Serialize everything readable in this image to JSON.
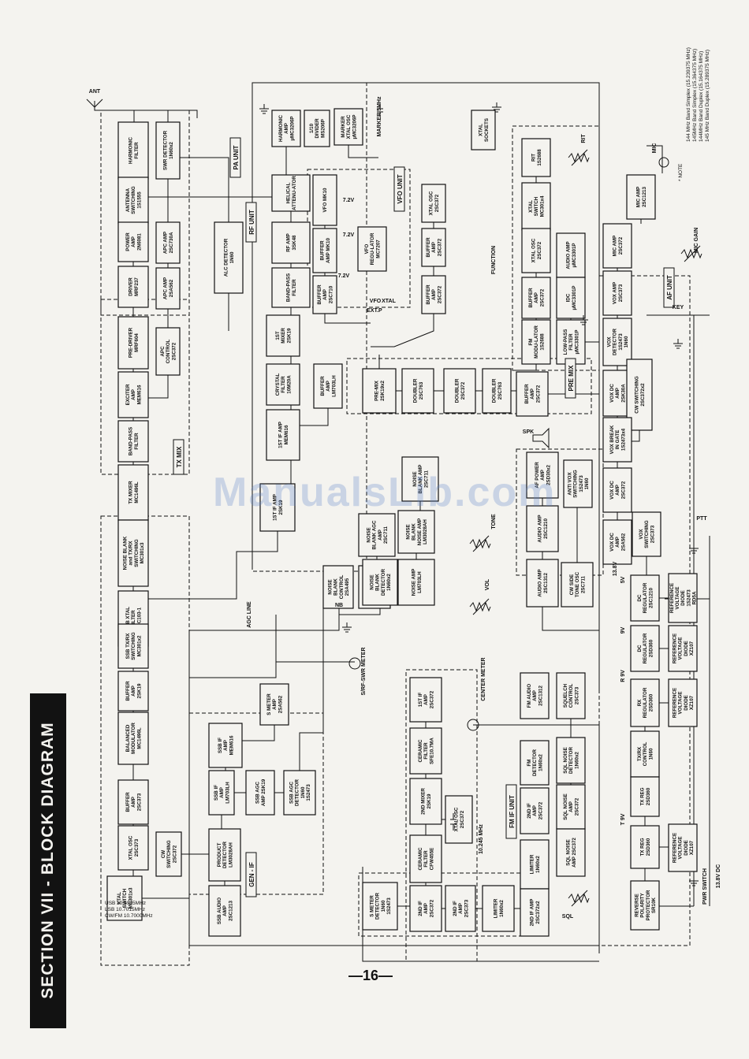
{
  "section_title": "SECTION VII - BLOCK DIAGRAM",
  "page_number": "—16—",
  "watermark": "ManualsLib.com",
  "colors": {
    "ink": "#111111",
    "paper": "#f4f3ef",
    "watermark": "#5a82c8"
  },
  "blocks": [
    {
      "id": "harmonic-filter",
      "text": "HARMONIC FILTER"
    },
    {
      "id": "swr-detector",
      "text": "SWR DETECTOR 1N60x2"
    },
    {
      "id": "antenna-switching",
      "text": "ANTENNA SWITCHING 1S1555"
    },
    {
      "id": "power-amp",
      "text": "POWER AMP 2N6081"
    },
    {
      "id": "apc-amp-a",
      "text": "APC AMP 2SC730A"
    },
    {
      "id": "alc-detector",
      "text": "ALC DETECTOR 1N60"
    },
    {
      "id": "driver",
      "text": "DRIVER MRF237"
    },
    {
      "id": "apc-amp-b",
      "text": "APC AMP 2SA562"
    },
    {
      "id": "pre-driver",
      "text": "PRE-DRIVER MRF604"
    },
    {
      "id": "apc-control",
      "text": "APC CONTROL 2SC372"
    },
    {
      "id": "exciter-amp",
      "text": "EXCITER AMP MEM616"
    },
    {
      "id": "band-pass-filter-tx",
      "text": "BAND-PASS FILTER"
    },
    {
      "id": "tx-mixer",
      "text": "TX MIXER MC1496L"
    },
    {
      "id": "noise-blank-switching",
      "text": "NOISE BLANK and TX/RX SWITCHING MC301x3"
    },
    {
      "id": "ssb-xtal-filter",
      "text": "SSB XTAL FILTER FEC103-1"
    },
    {
      "id": "ssb-txrx-switching",
      "text": "SSB TX/RX SWITCHING MC301x2"
    },
    {
      "id": "buffer-amp-2sk19",
      "text": "BUFFER AMP 2SK19"
    },
    {
      "id": "balanced-modulator",
      "text": "BALANCED MODULATOR MC1496L"
    },
    {
      "id": "buffer-amp-2sc373",
      "text": "BUFFER AMP 2SC373"
    },
    {
      "id": "xtal-osc",
      "text": "XTAL OSC 2SC373"
    },
    {
      "id": "cw-switching",
      "text": "CW SWITCHING 2SC372"
    },
    {
      "id": "xtal-switch",
      "text": "XTAL SWITCH MC301x3"
    },
    {
      "id": "harmonic-amp",
      "text": "HARMONIC AMP µMC3206P"
    },
    {
      "id": "divider",
      "text": "1/10 DIVIDER MS206P"
    },
    {
      "id": "marker-xtal-osc",
      "text": "MARKER XTAL OSC µMC3206P"
    },
    {
      "id": "helical-attenuator",
      "text": "HELICAL ATTENU-ATOR"
    },
    {
      "id": "vfo",
      "text": "VFO MK10"
    },
    {
      "id": "rf-amp",
      "text": "RF AMP 3SK48"
    },
    {
      "id": "buffer-amp-mk10",
      "text": "BUFFER AMP MK10"
    },
    {
      "id": "vfo-regulator",
      "text": "VFO REGU-LATOR MC7207"
    },
    {
      "id": "band-pass-filter-rx",
      "text": "BAND-PASS FILTER"
    },
    {
      "id": "buffer-amp-2sc710",
      "text": "BUFFER AMP 2SC710"
    },
    {
      "id": "xtal-osc-unit",
      "text": "XTAL OSC 2SC372"
    },
    {
      "id": "buffer-amp-x1",
      "text": "BUFFER AMP 2SC372"
    },
    {
      "id": "buffer-amp-x2",
      "text": "BUFFER AMP 2SC372"
    },
    {
      "id": "xtal-sockets",
      "text": "XTAL SOCKETS"
    },
    {
      "id": "first-mixer",
      "text": "1ST MIXER 2SK19"
    },
    {
      "id": "crystal-filter",
      "text": "CRYSTAL FILTER 10M20A"
    },
    {
      "id": "buffer-amp-lm",
      "text": "BUFFER AMP LM703LH"
    },
    {
      "id": "pre-mix",
      "text": "PRE-MIX 2SK19x2"
    },
    {
      "id": "doubler-1",
      "text": "DOUBLER 2SC763"
    },
    {
      "id": "doubler-2",
      "text": "DOUBLER 2SC372"
    },
    {
      "id": "doubler-3",
      "text": "DOUBLER 2SC763"
    },
    {
      "id": "buffer-amp-pm",
      "text": "BUFFER AMP 2SC372"
    },
    {
      "id": "first-if-amp-mem",
      "text": "1ST IF AMP MEM616"
    },
    {
      "id": "first-if-amp-2sk19",
      "text": "1ST IF AMP 2SK19"
    },
    {
      "id": "noise-blank-amp-top",
      "text": "NOISE BLANK AMP 2SC711"
    },
    {
      "id": "noise-blank-agc-amp",
      "text": "NOISE BLANK AGC AMP 2SC711"
    },
    {
      "id": "noise-blank-amp-lm",
      "text": "NOISE BLANK NOISE AMP LM3028AH"
    },
    {
      "id": "noise-blank-control-a",
      "text": "NOISE BLANK CONTROL 2SA495"
    },
    {
      "id": "noise-blank-control-b",
      "text": "NOISE BLANK CONTROL 2SC373"
    },
    {
      "id": "noise-blank-detector",
      "text": "NOISE BLANK DETECTOR 1N60x2"
    },
    {
      "id": "noise-amp-lm703",
      "text": "NOISE AMP LM703LH"
    },
    {
      "id": "s-meter-amp",
      "text": "S METER AMP 2SA562"
    },
    {
      "id": "ssb-if-amp-mem",
      "text": "SSB IF AMP MEM616"
    },
    {
      "id": "ssb-if-amp-lm",
      "text": "SSB IF AMP LM703LH"
    },
    {
      "id": "ssb-agc-amp",
      "text": "SSB AGC AMP 2SK19"
    },
    {
      "id": "ssb-agc-detector",
      "text": "SSB AGC DETECTOR 1N60 1S2473"
    },
    {
      "id": "product-detector",
      "text": "PRODUCT DETECTOR LM3028AH"
    },
    {
      "id": "ssb-audio-amp",
      "text": "SSB AUDIO AMP 2SC1213"
    },
    {
      "id": "rit",
      "text": "RIT 1S2688"
    },
    {
      "id": "xtal-switch-mc301",
      "text": "XTAL SWITCH MC301x4"
    },
    {
      "id": "xtal-osc-fm",
      "text": "XTAL OSC 2SC372"
    },
    {
      "id": "audio-amp-upc",
      "text": "AUDIO AMP µMC3301P"
    },
    {
      "id": "buffer-amp-fm",
      "text": "BUFFER AMP 2SC372"
    },
    {
      "id": "idc",
      "text": "IDC µMC3301P"
    },
    {
      "id": "fm-modulator",
      "text": "FM MODU-LATOR 1S2688"
    },
    {
      "id": "low-pass-filter",
      "text": "LOW-PASS FILTER µMC3301P"
    },
    {
      "id": "mic-amp-1",
      "text": "MIC AMP 2SC1213"
    },
    {
      "id": "mic-amp-2",
      "text": "MIC AMP 2SC372"
    },
    {
      "id": "vox-amp",
      "text": "VOX AMP 2SC373"
    },
    {
      "id": "vox-detector",
      "text": "VOX DETECTOR 1S2473 1N60"
    },
    {
      "id": "vox-dc-amp-a",
      "text": "VOX DC AMP 2SK30A"
    },
    {
      "id": "cw-switching-b",
      "text": "CW SWITCHING 2SC372x2"
    },
    {
      "id": "vox-break-in-gate",
      "text": "VOX BREAK IN GATE 1S2473x4"
    },
    {
      "id": "af-power-amp",
      "text": "AF POWER AMP 2SD30x2"
    },
    {
      "id": "anti-vox-switching",
      "text": "ANTI VOX SWITCHING 1S2473 1N60"
    },
    {
      "id": "vox-dc-amp-b",
      "text": "VOX DC AMP 2SC372"
    },
    {
      "id": "vox-dc-amp-c",
      "text": "VOX DC AMP 2SA562"
    },
    {
      "id": "vox-switching",
      "text": "VOX SWITCHING 2SC373"
    },
    {
      "id": "audio-amp-1210",
      "text": "AUDIO AMP 2SC1210"
    },
    {
      "id": "audio-amp-1312",
      "text": "AUDIO AMP 2SC1312"
    },
    {
      "id": "cw-side-tone-osc",
      "text": "CW SIDE TONE OSC 2SC711"
    },
    {
      "id": "dc-regulator-a",
      "text": "DC REGULATOR 2SC1210"
    },
    {
      "id": "reference-voltage-a",
      "text": "REFERENCE VOLTAGE DIODE 1S2473 RD5A"
    },
    {
      "id": "dc-regulator-b",
      "text": "DC REGULATOR 2SD360"
    },
    {
      "id": "reference-voltage-b",
      "text": "REFERENCE VOLTAGE DIODE XZ107"
    },
    {
      "id": "rx-regulator",
      "text": "RX REGULATOR 2SD360"
    },
    {
      "id": "reference-voltage-c",
      "text": "REFERENCE VOLTAGE DIODE XZ107"
    },
    {
      "id": "txrx-control",
      "text": "TX/RX CONTROL 1N60"
    },
    {
      "id": "tx-reg-a",
      "text": "TX REG 2SD360"
    },
    {
      "id": "tx-reg-b",
      "text": "TX REG 2SD360"
    },
    {
      "id": "reference-voltage-d",
      "text": "REFERENCE VOLTAGE DIODE XZ107"
    },
    {
      "id": "reverse-polarity-protector",
      "text": "REVERSE POLARITY PROTECTOR SR10K"
    },
    {
      "id": "first-if-amp-fm",
      "text": "1ST IF AMP 2SC372"
    },
    {
      "id": "ceramic-filter-fm",
      "text": "CERAMIC FILTER SFE10.7MA"
    },
    {
      "id": "second-mixer",
      "text": "2ND MIXER 2SK19"
    },
    {
      "id": "ceramic-filter-2",
      "text": "CERAMIC FILTER CFW455E"
    },
    {
      "id": "xtal-osc-10245",
      "text": "XTAL OSC 2SC372"
    },
    {
      "id": "second-if-amp-a",
      "text": "2ND IF AMP 2SC372"
    },
    {
      "id": "second-if-amp-b",
      "text": "2ND IF AMP 2SC372"
    },
    {
      "id": "second-if-amp-c",
      "text": "2ND IF AMP 2SC373"
    },
    {
      "id": "limiter-a",
      "text": "LIMITER 1N60x2"
    },
    {
      "id": "limiter-b",
      "text": "LIMITER 1N60x2"
    },
    {
      "id": "second-if-amp-d",
      "text": "2ND IF AMP 2SC372x2"
    },
    {
      "id": "s-meter-detector",
      "text": "S METER DETECTOR 1N60 1S2473"
    },
    {
      "id": "fm-audio-amp",
      "text": "FM AUDIO AMP 2SC1312"
    },
    {
      "id": "squelch-control",
      "text": "SQUELCH CONTROL 2SC373"
    },
    {
      "id": "fm-detector",
      "text": "FM DETECTOR 1N60x2"
    },
    {
      "id": "sql-noise-detector",
      "text": "SQL NOISE DETECTOR 1N60x2"
    },
    {
      "id": "sql-noise-amp-a",
      "text": "SQL NOISE AMP 2SC372"
    },
    {
      "id": "sql-noise-amp-b",
      "text": "SQL NOISE AMP 2SC372"
    }
  ],
  "unit_labels": [
    "PA UNIT",
    "RF UNIT",
    "VFO UNIT",
    "TX MIX",
    "PRE MIX",
    "AF UNIT",
    "GEN - IF",
    "FM IF UNIT"
  ],
  "line_labels": [
    {
      "id": "ant",
      "text": "ANT"
    },
    {
      "id": "mic",
      "text": "MIC"
    },
    {
      "id": "mic-gain",
      "text": "MIC GAIN"
    },
    {
      "id": "key",
      "text": "KEY"
    },
    {
      "id": "ptt",
      "text": "PTT"
    },
    {
      "id": "spk",
      "text": "SPK"
    },
    {
      "id": "tone",
      "text": "TONE"
    },
    {
      "id": "vol",
      "text": "VOL"
    },
    {
      "id": "sql",
      "text": "SQL"
    },
    {
      "id": "pwr-switch",
      "text": "PWR SWITCH"
    },
    {
      "id": "supply-13-8v",
      "text": "13.8V"
    },
    {
      "id": "supply-13-8v-dc",
      "text": "13.8V DC"
    },
    {
      "id": "agc-line",
      "text": "AGC LINE"
    },
    {
      "id": "nb",
      "text": "NB"
    },
    {
      "id": "s-rf-swr-meter",
      "text": "S/RF-SWR METER"
    },
    {
      "id": "center-meter",
      "text": "CENTER METER"
    },
    {
      "id": "function",
      "text": "FUNCTION"
    },
    {
      "id": "rit-label",
      "text": "RIT"
    },
    {
      "id": "marker",
      "text": "MARKER 5MHz"
    },
    {
      "id": "freq-10245",
      "text": "10.245 MHz"
    },
    {
      "id": "v5",
      "text": "5V"
    },
    {
      "id": "v9",
      "text": "9V"
    },
    {
      "id": "vr9",
      "text": "R 9V"
    },
    {
      "id": "vt9",
      "text": "T 9V"
    },
    {
      "id": "v72a",
      "text": "7.2V"
    },
    {
      "id": "v72b",
      "text": "7.2V"
    },
    {
      "id": "v72c",
      "text": "7.2V"
    },
    {
      "id": "extp",
      "text": "EXT.P"
    },
    {
      "id": "vfo-sw",
      "text": "VFO"
    },
    {
      "id": "xtal-sw",
      "text": "XTAL"
    }
  ],
  "notes": {
    "carrier_usb": "USB 10.6985MHz",
    "carrier_lsb": "LSB 10.7015MHz",
    "carrier_cwfm": "CW/FM 10.7000MHz",
    "note_title": "* NOTE",
    "note_1": "144 MHz Band Simplex (15.239375 MHz)",
    "note_2": "145MHz Band Simplex (15.364375 MHz)",
    "note_3": "144MHz Band Duplex (15.164375 MHz)",
    "note_4": "145 MHz Band Duplex (15.289375 MHz)"
  }
}
